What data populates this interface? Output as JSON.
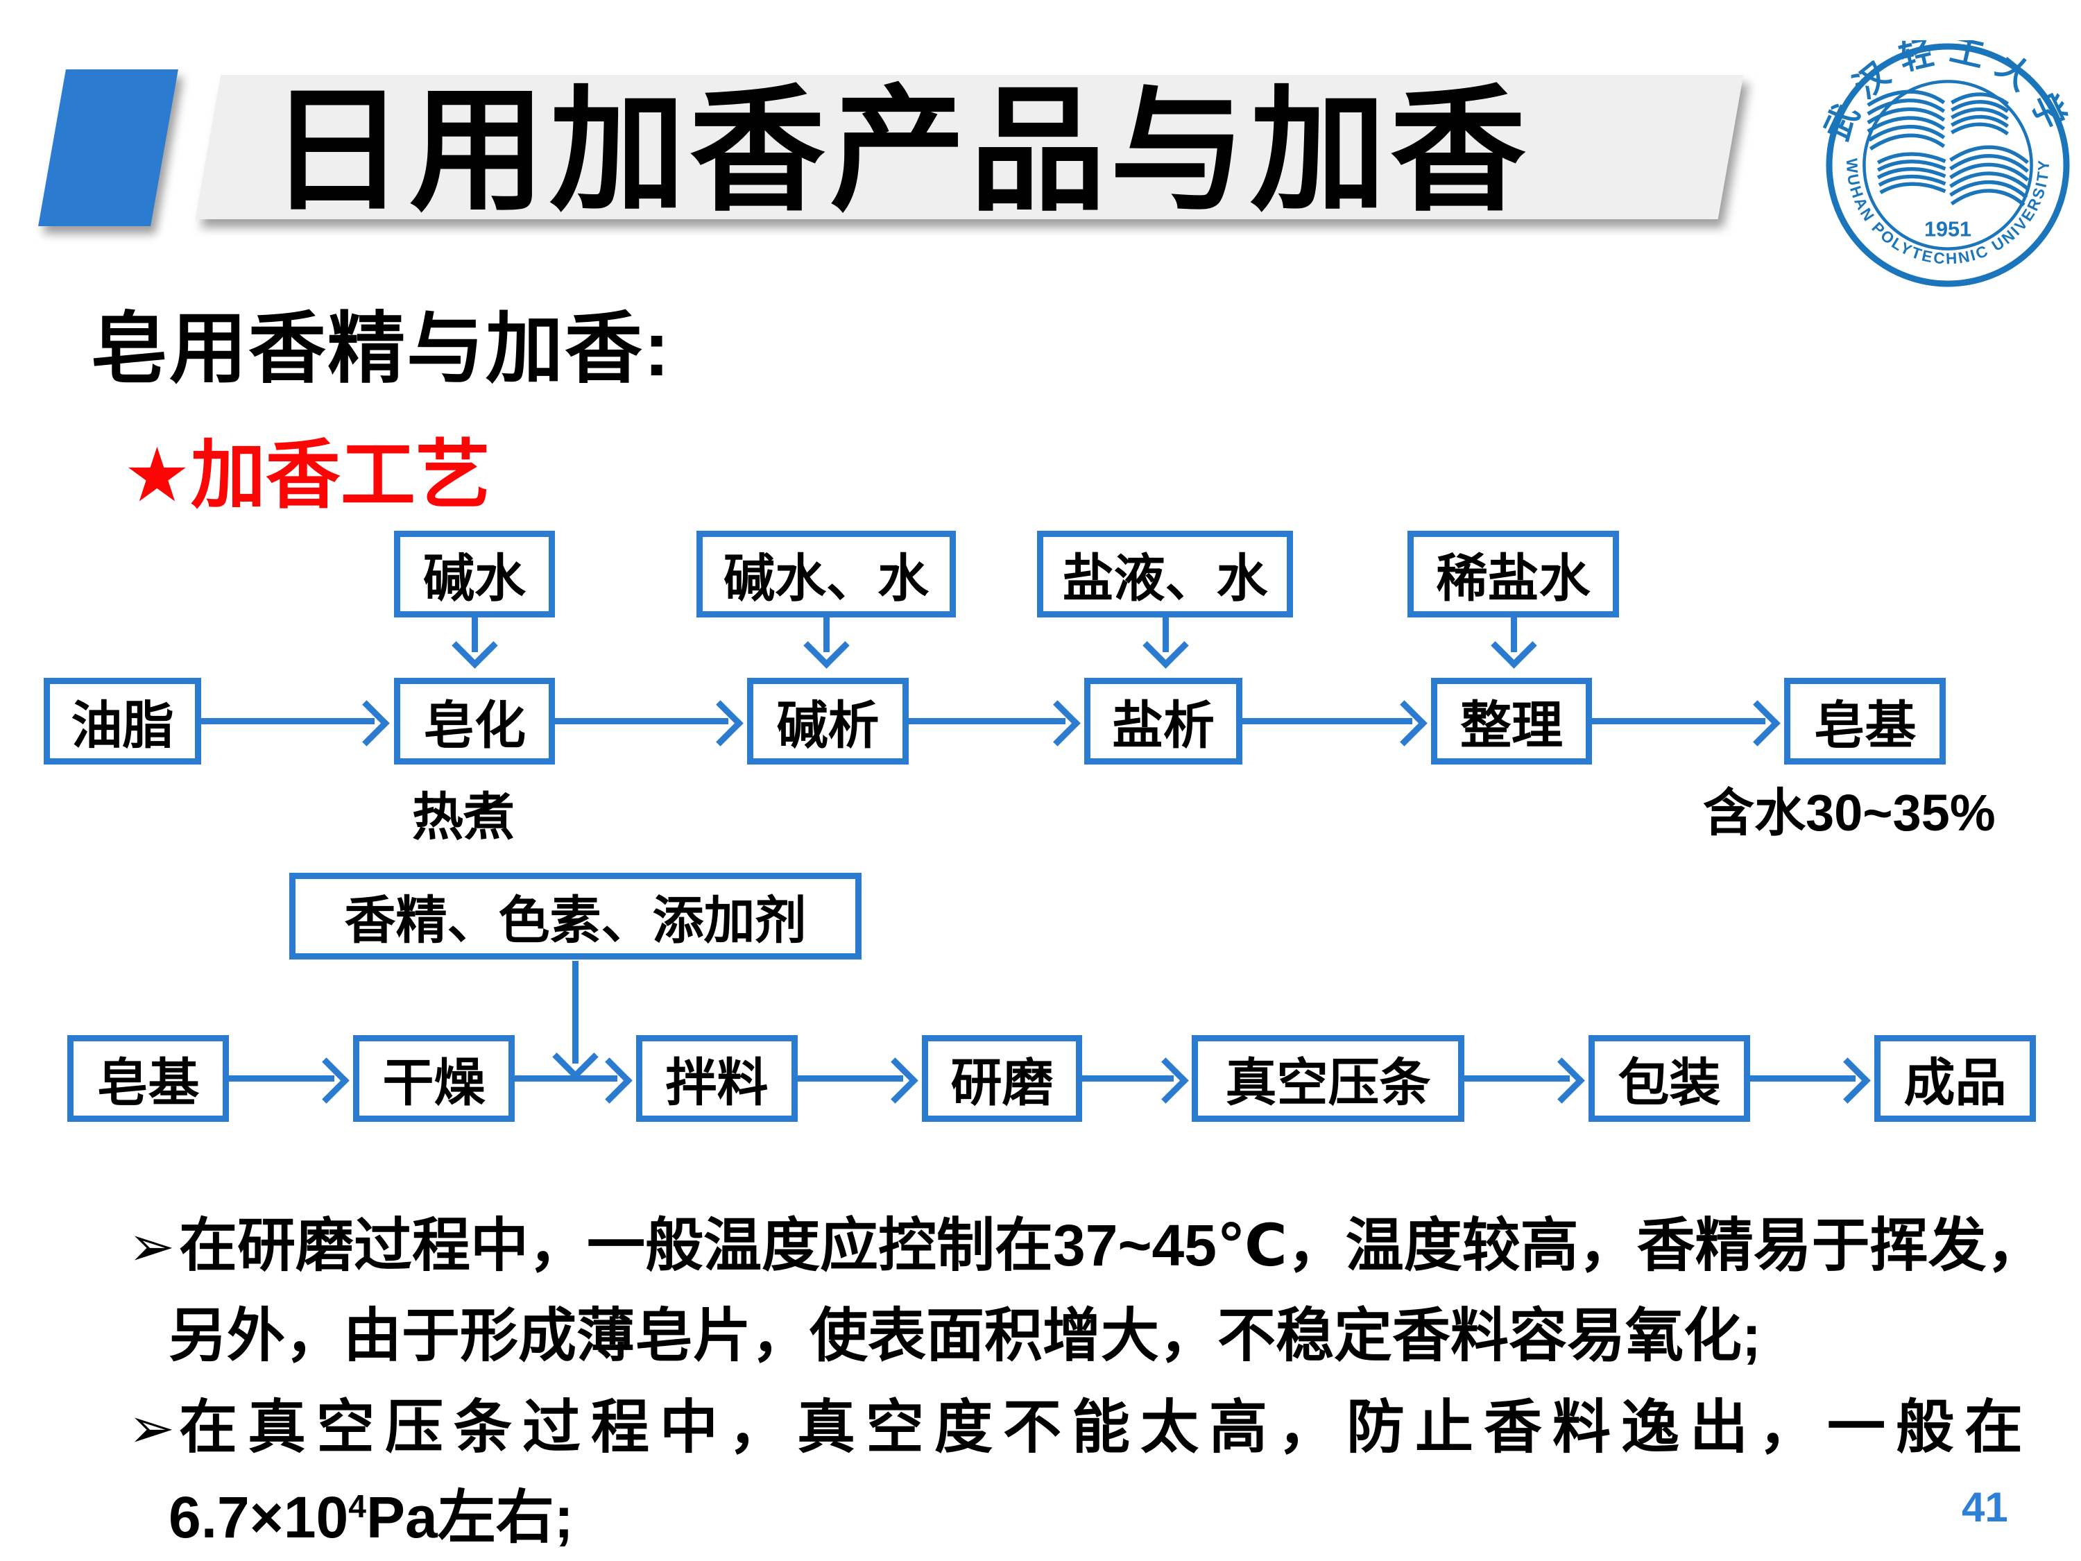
{
  "slide": {
    "title": "日用加香产品与加香",
    "subtitle": "皂用香精与加香:",
    "highlight": "★加香工艺",
    "page_number": "41"
  },
  "logo": {
    "cn": "武汉轻工大学",
    "en": "WUHAN POLYTECHNIC UNIVERSITY",
    "year": "1951"
  },
  "flow1": {
    "inputs": [
      "碱水",
      "碱水、水",
      "盐液、水",
      "稀盐水"
    ],
    "steps": [
      "油脂",
      "皂化",
      "碱析",
      "盐析",
      "整理",
      "皂基"
    ],
    "note_saponification": "热煮",
    "note_soapbase": "含水30~35%"
  },
  "flow2": {
    "input": "香精、色素、添加剂",
    "steps": [
      "皂基",
      "干燥",
      "拌料",
      "研磨",
      "真空压条",
      "包装",
      "成品"
    ]
  },
  "bullets": {
    "marker": "➢",
    "b1_line1": "在研磨过程中，一般温度应控制在37~45℃，温度较高，香精易于挥发，",
    "b1_line2": "另外，由于形成薄皂片，使表面积增大，不稳定香料容易氧化;",
    "b2_line1": "在真空压条过程中，真空度不能太高，防止香料逸出，一般在",
    "b2_line2_pre": "6.7×10",
    "b2_line2_sup": "4",
    "b2_line2_post": "Pa左右;"
  },
  "colors": {
    "accent_blue": "#2b7bd0",
    "banner_gray": "#efefef",
    "highlight_red": "#fb0505",
    "page_number_blue": "#2e80d6",
    "logo_blue": "#1b75bb"
  }
}
